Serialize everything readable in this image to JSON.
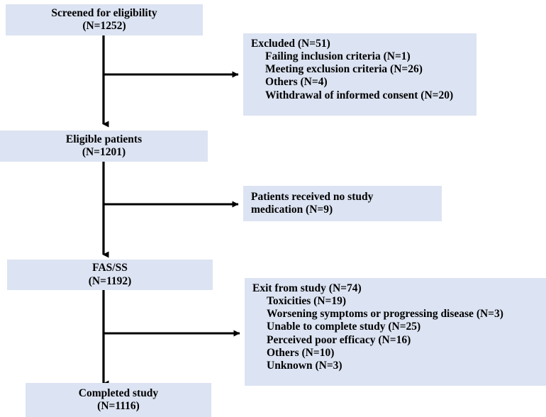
{
  "diagram": {
    "title": "CONSORT-style patient disposition flow chart",
    "accent_box_color": "#dce3f2",
    "line_color": "#000000",
    "nodes": {
      "screened": {
        "name": "screened-for-eligibility",
        "line1": "Screened  for eligibility",
        "line2": "(N=1252)",
        "count": 1252
      },
      "excluded": {
        "name": "excluded",
        "header": "Excluded (N=51)",
        "count": 51,
        "items": [
          "Failing inclusion criteria (N=1)",
          "Meeting exclusion criteria (N=26)",
          "Others (N=4)",
          "Withdrawal of informed consent (N=20)"
        ]
      },
      "eligible": {
        "name": "eligible-patients",
        "line1": "Eligible patients",
        "line2": "(N=1201)",
        "count": 1201
      },
      "no_medication": {
        "name": "patients-received-no-study-medication",
        "line1": "Patients received no study",
        "line2": "medication (N=9)",
        "count": 9
      },
      "fas_ss": {
        "name": "fas-ss",
        "line1": "FAS/SS",
        "line2": "(N=1192)",
        "count": 1192
      },
      "exit": {
        "name": "exit-from-study",
        "header": "Exit from study (N=74)",
        "count": 74,
        "items": [
          "Toxicities (N=19)",
          "Worsening symptoms or progressing disease (N=3)",
          "Unable to complete study (N=25)",
          "Perceived poor efficacy (N=16)",
          "Others (N=10)",
          "Unknown (N=3)"
        ]
      },
      "completed": {
        "name": "completed-study",
        "line1": "Completed study",
        "line2": "(N=1116)",
        "count": 1116
      }
    }
  }
}
